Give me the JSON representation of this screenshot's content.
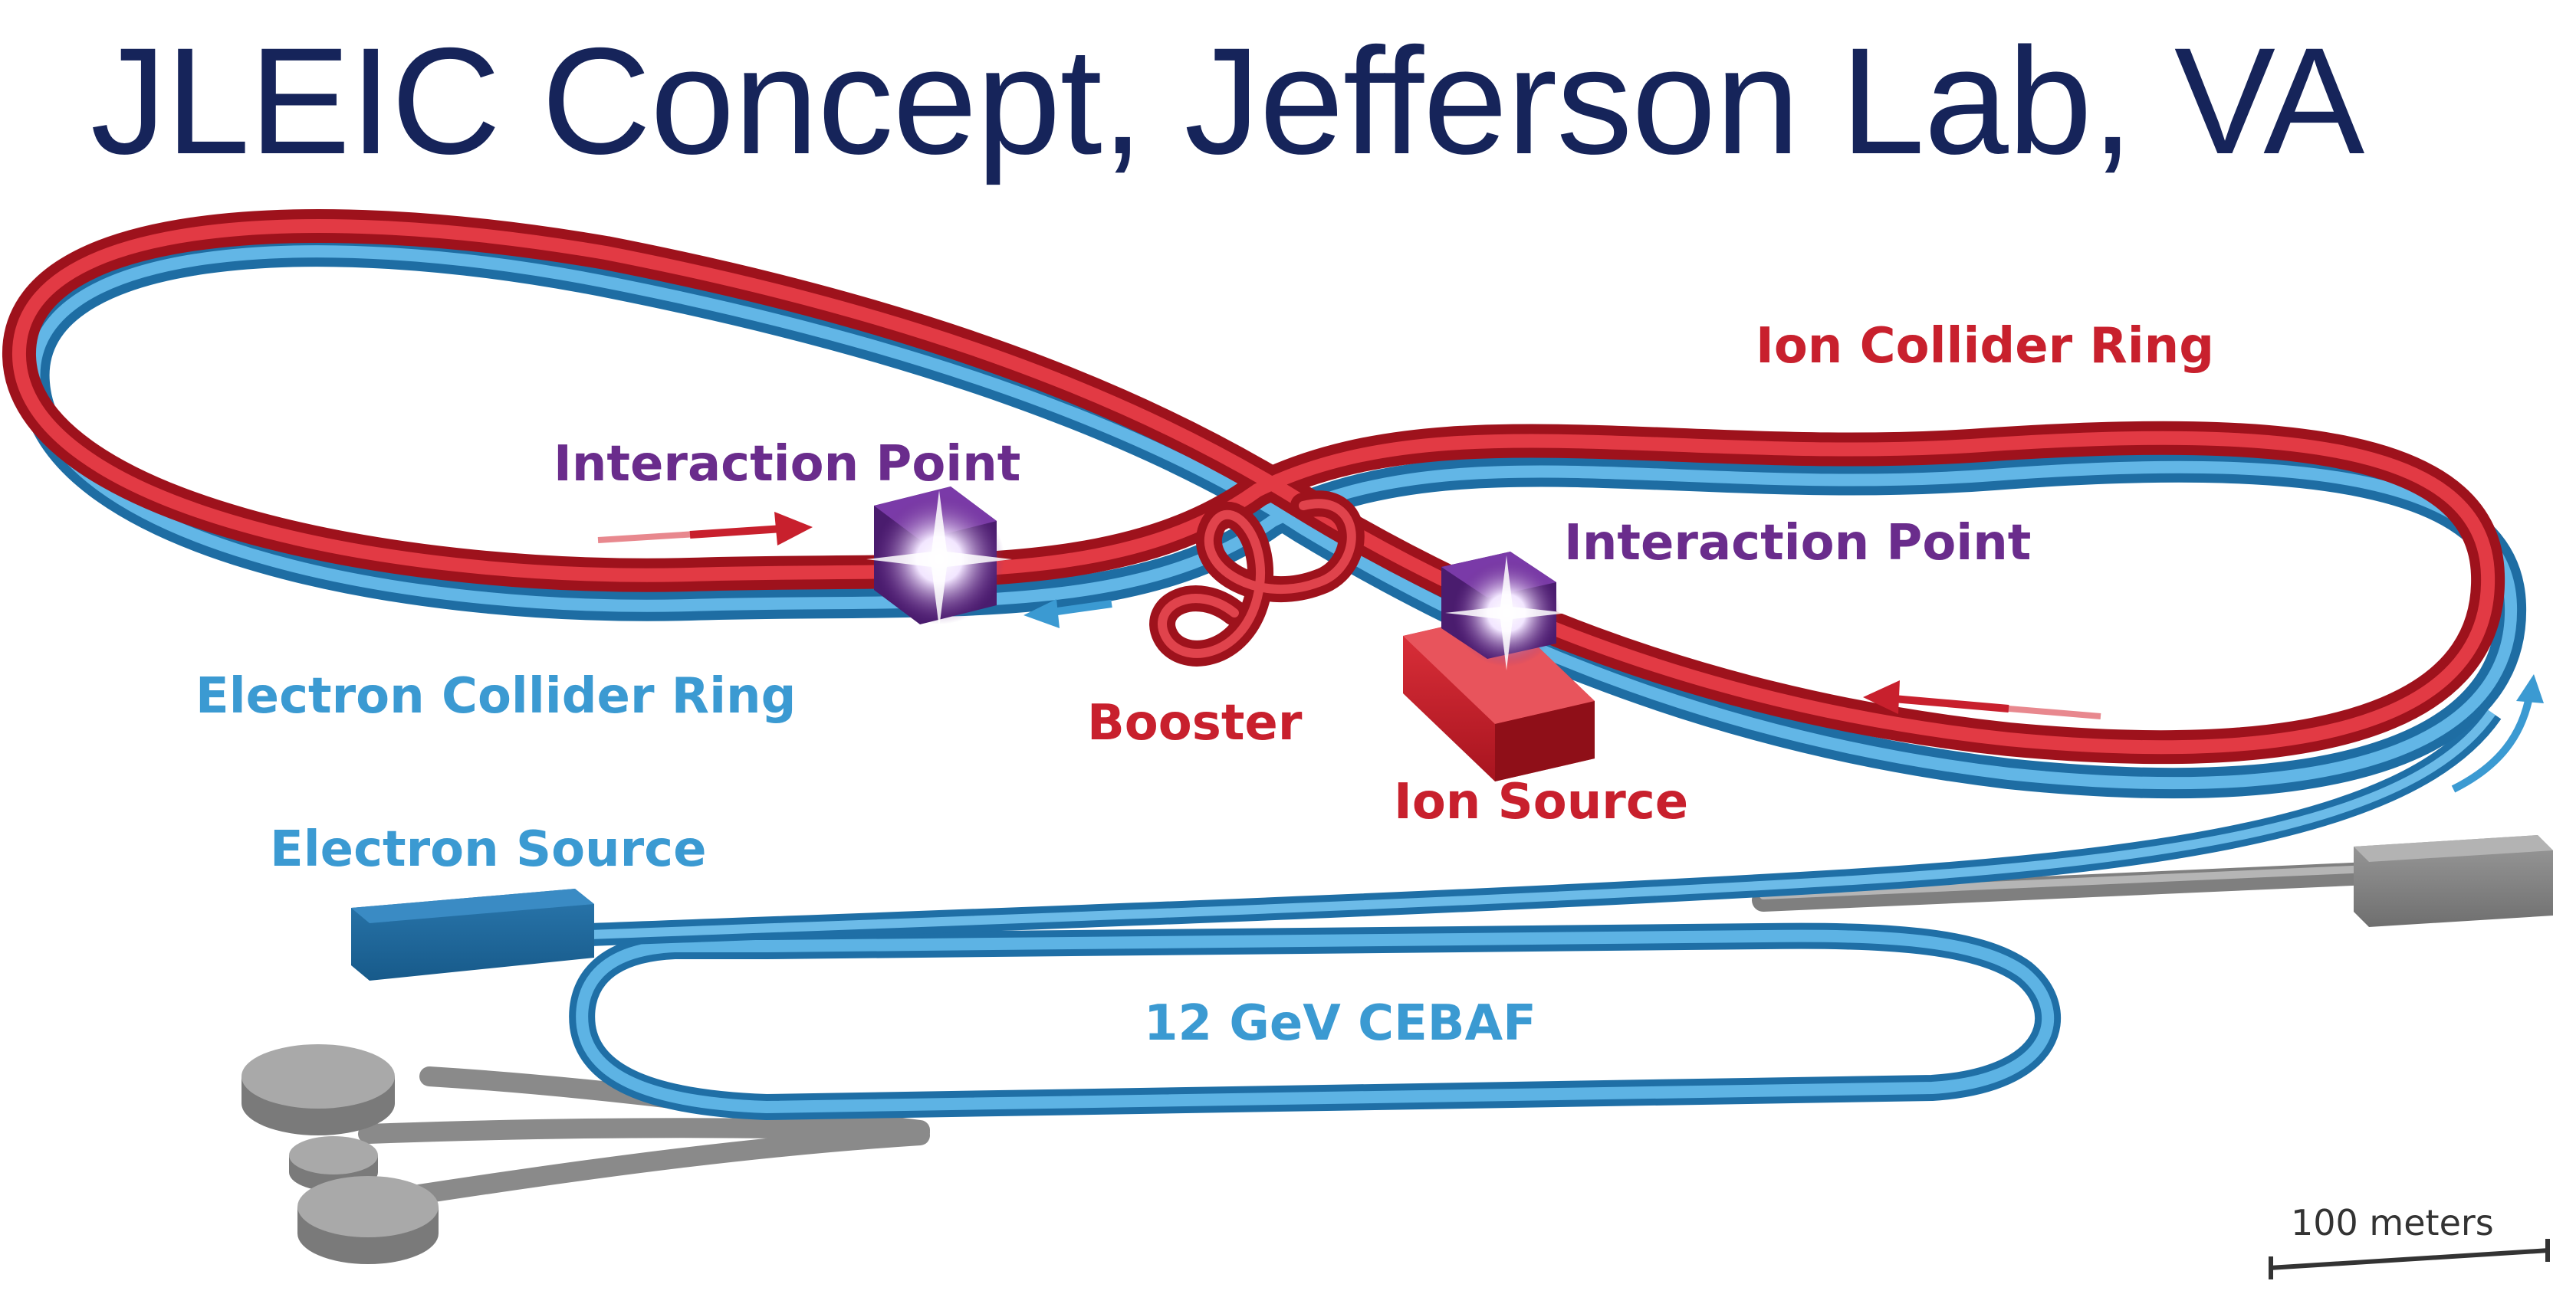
{
  "slide": {
    "title": "JLEIC Concept, Jefferson Lab, VA"
  },
  "diagram": {
    "labels": {
      "ion_ring": "Ion Collider Ring",
      "electron_ring": "Electron Collider Ring",
      "interaction_point_left": "Interaction Point",
      "interaction_point_right": "Interaction Point",
      "booster": "Booster",
      "ion_source": "Ion Source",
      "electron_source": "Electron Source",
      "cebaf": "12 GeV CEBAF"
    },
    "scale_bar": {
      "label": "100 meters"
    },
    "colors": {
      "title": "#16245a",
      "ion": "#c8202d",
      "electron": "#3b9ad2",
      "interaction": "#6a2c8c",
      "cebaf_pipe": "#8d8d8d"
    }
  }
}
